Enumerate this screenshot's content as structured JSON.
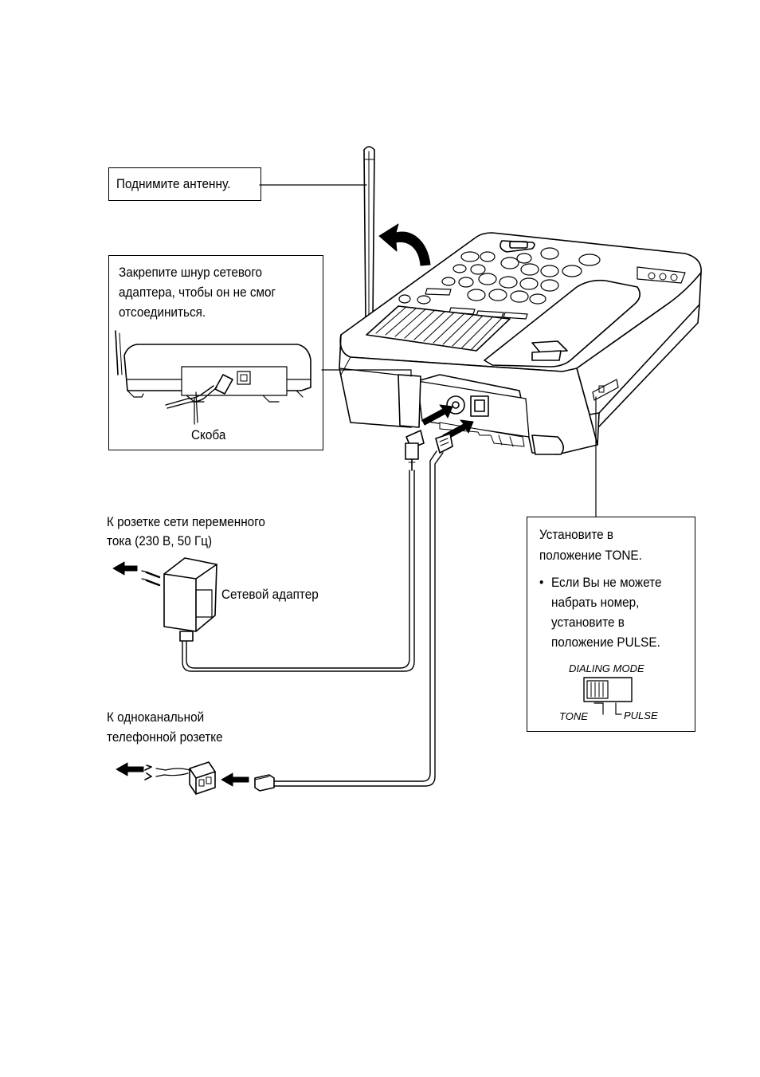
{
  "labels": {
    "raise_antenna": "Поднимите антенну.",
    "fix_cord_lines": [
      "Закрепите шнур сетевого",
      "адаптера, чтобы он не смог",
      "отсоединиться."
    ],
    "bracket": "Скоба",
    "ac_outlet_lines": [
      "К розетке сети переменного",
      "тока (230 В, 50 Гц)"
    ],
    "power_adapter": "Сетевой адаптер",
    "phone_jack_lines": [
      "К одноканальной",
      "телефонной розетке"
    ],
    "set_tone_lines": [
      "Установите в",
      "положение TONE."
    ],
    "bullet": "•",
    "pulse_note_lines": [
      "Если Вы не можете",
      "набрать номер,",
      "установите в",
      "положение PULSE."
    ]
  },
  "switch": {
    "title": "DIALING MODE",
    "tone": "TONE",
    "pulse": "PULSE",
    "selected": "TONE"
  }
}
